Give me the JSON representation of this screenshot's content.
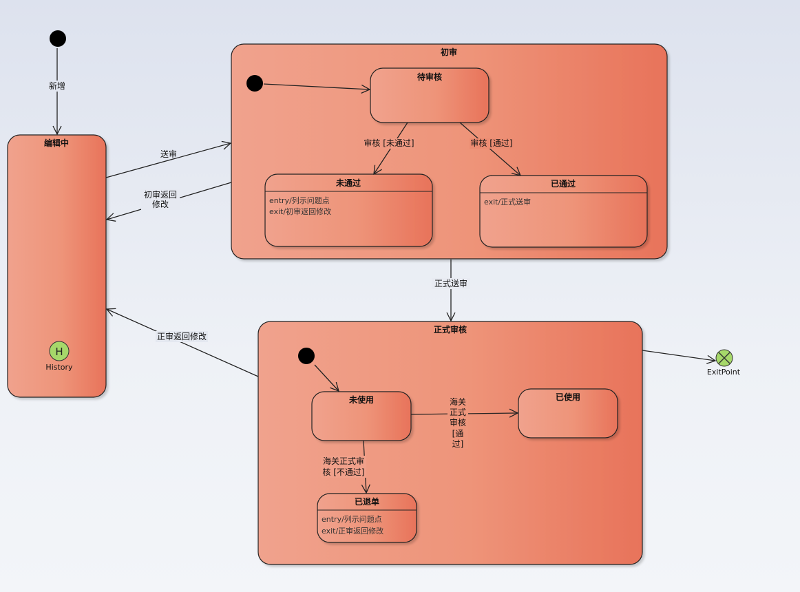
{
  "states": {
    "editing": {
      "title": "编辑中",
      "history_symbol": "H",
      "history_label": "History"
    },
    "first_review": {
      "title": "初审",
      "pending": {
        "title": "待审核"
      },
      "rejected": {
        "title": "未通过",
        "entry": "entry/列示问题点",
        "exit": "exit/初审返回修改"
      },
      "approved": {
        "title": "已通过",
        "exit": "exit/正式送审"
      }
    },
    "formal_review": {
      "title": "正式审核",
      "unused": {
        "title": "未使用"
      },
      "used": {
        "title": "已使用"
      },
      "returned": {
        "title": "已退单",
        "entry": "entry/列示问题点",
        "exit": "exit/正审返回修改"
      }
    },
    "exit_point": {
      "label": "ExitPoint"
    }
  },
  "transitions": {
    "add": "新增",
    "submit": "送审",
    "first_return": [
      "初审返回",
      "修改"
    ],
    "review_fail": "审核 [未通过]",
    "review_pass": "审核 [通过]",
    "formal_submit": "正式送审",
    "formal_return": "正审返回修改",
    "customs_pass": [
      "海关",
      "正式",
      "审核",
      "[通",
      "过]"
    ],
    "customs_fail": [
      "海关正式审",
      "核 [不通过]"
    ]
  },
  "colors": {
    "state_fill_light": "#f0a28d",
    "state_fill_dark": "#e8735a",
    "stroke": "#222222",
    "history_fill": "#a6d86a",
    "exit_fill": "#a6d86a"
  }
}
